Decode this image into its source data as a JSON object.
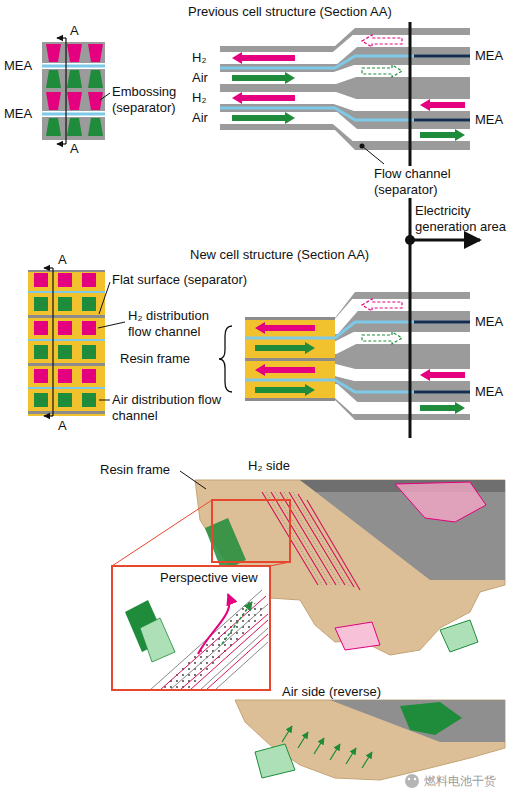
{
  "diagram": {
    "labels": [
      "Previous cell structure (Section AA)",
      "A",
      "MEA",
      "Embossing (separator)",
      "MEA",
      "A",
      "H₂",
      "Air",
      "H₂",
      "Air",
      "MEA",
      "MEA",
      "Flow channel (separator)",
      "Electricity generation area",
      "New cell structure (Section AA)",
      "A",
      "Flat surface (separator)",
      "H₂ distribution flow channel",
      "Resin frame",
      "Air distribution flow channel",
      "A",
      "MEA",
      "MEA",
      "Resin frame",
      "H₂ side",
      "Perspective view",
      "Air side (reverse)",
      "燃料电池干货"
    ]
  }
}
